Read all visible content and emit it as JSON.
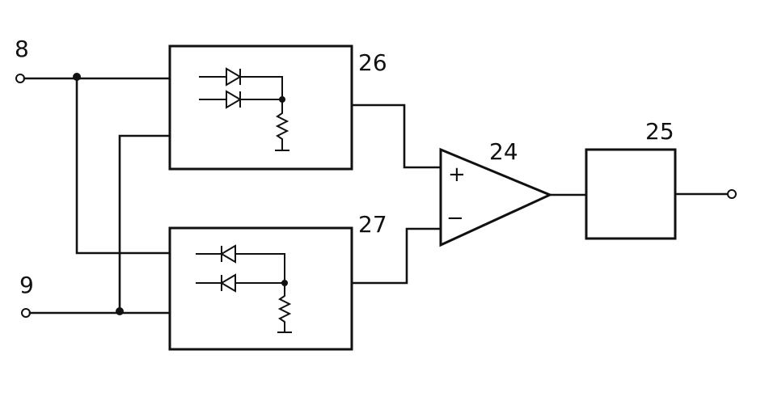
{
  "labels": {
    "terminal_top": "8",
    "terminal_bottom": "9",
    "block_top": "26",
    "block_bottom": "27",
    "amplifier": "24",
    "output_block": "25",
    "plus_sign": "+",
    "minus_sign": "−"
  },
  "colors": {
    "ink": "#111111",
    "paper": "#ffffff"
  }
}
